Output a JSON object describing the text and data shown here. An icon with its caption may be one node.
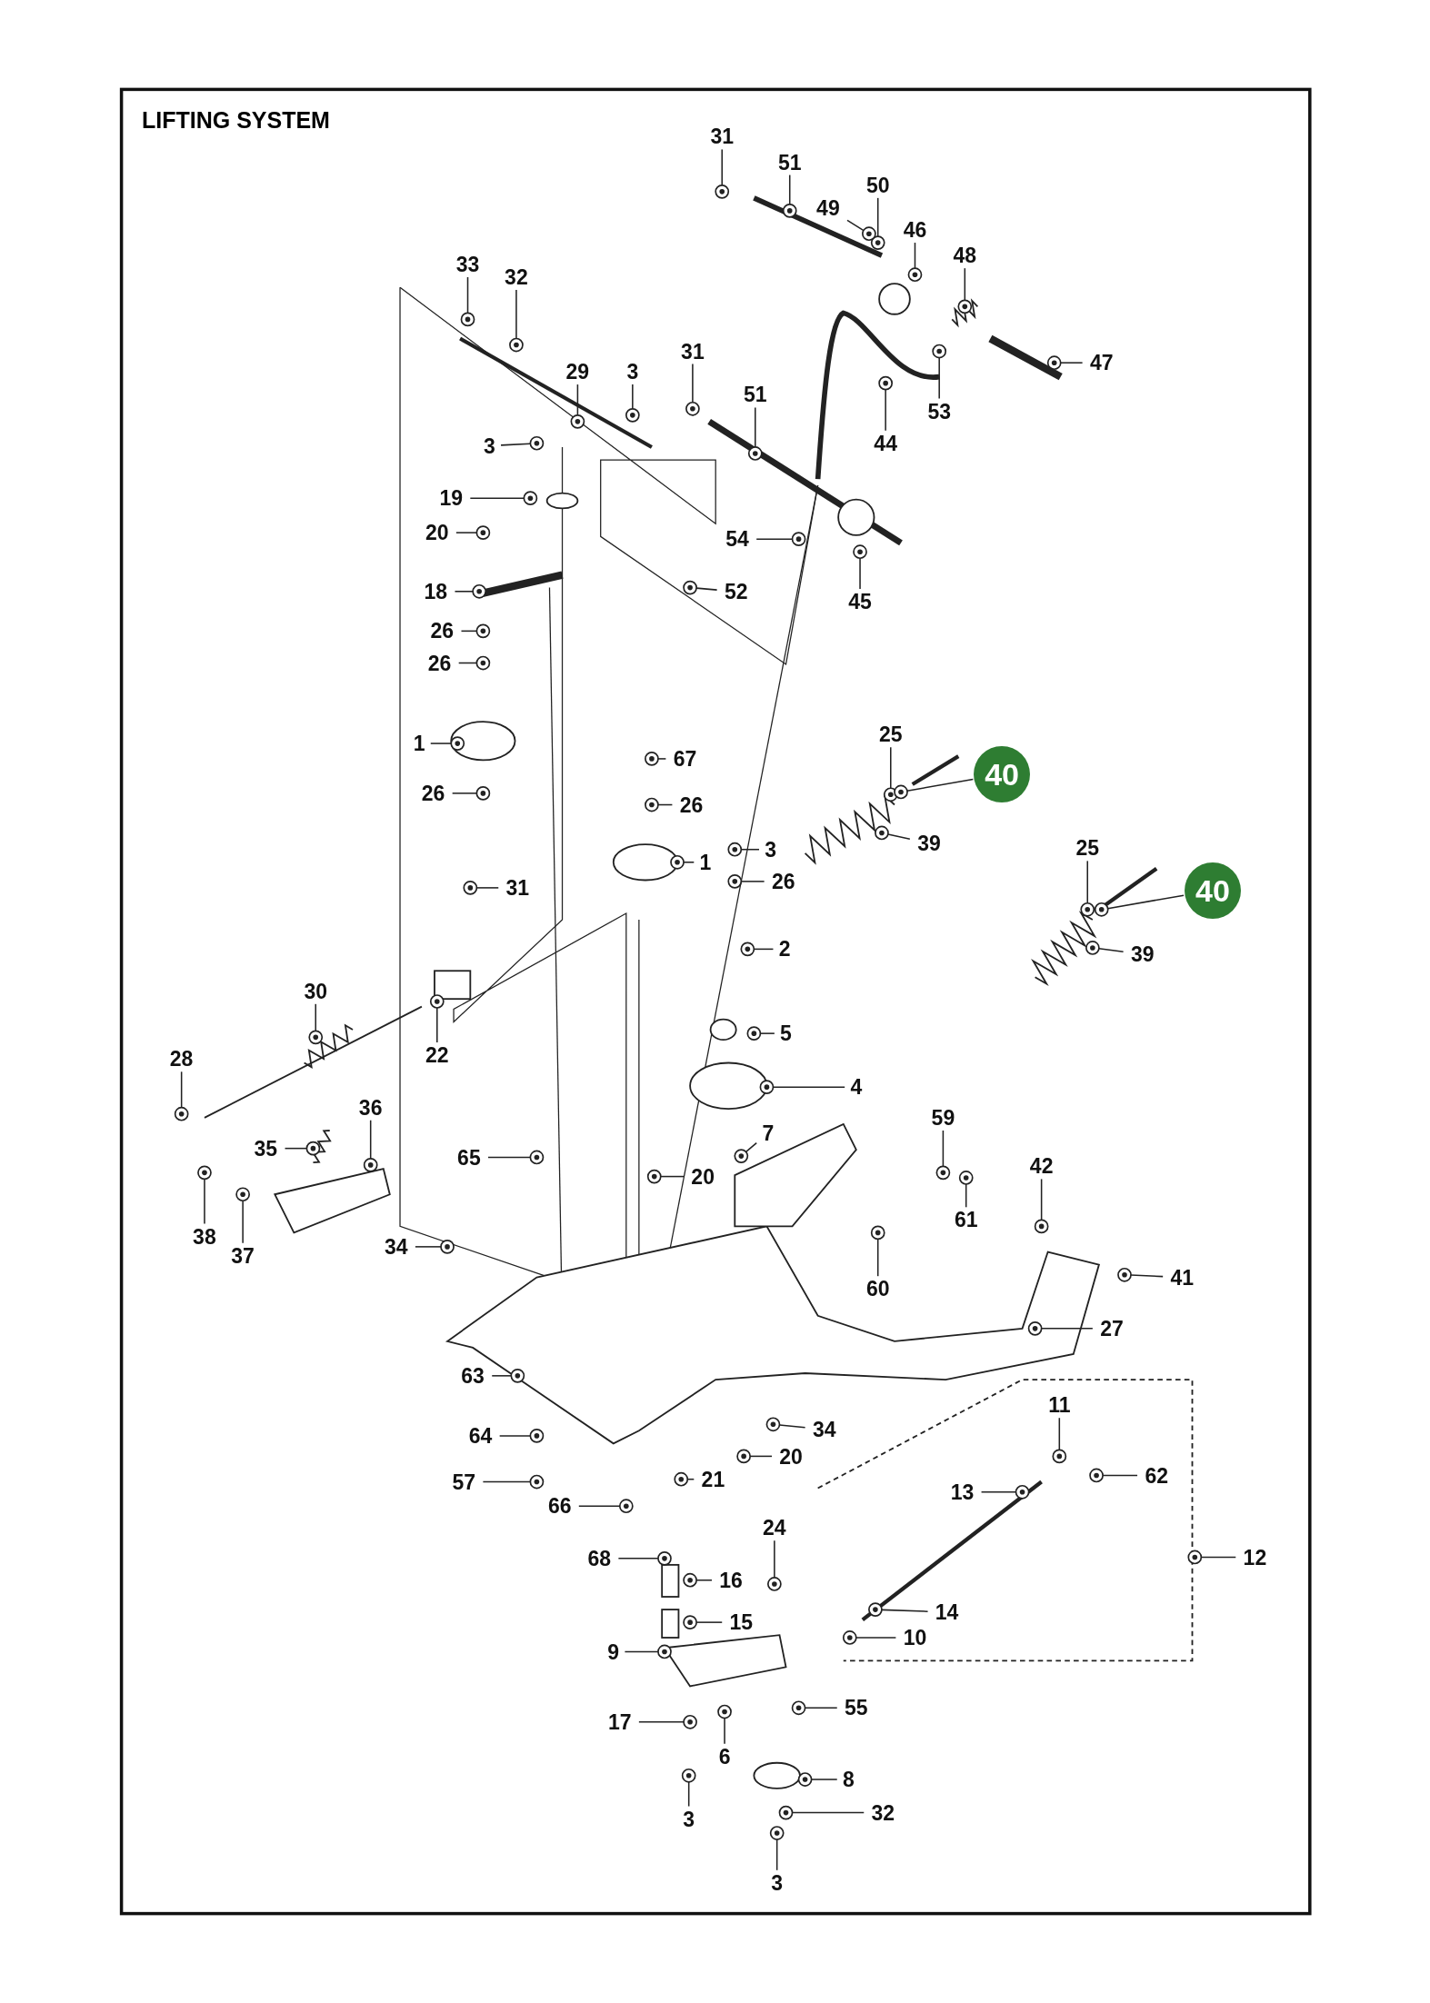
{
  "diagram": {
    "title": "LIFTING SYSTEM",
    "nodes": [
      {
        "text": [
          "31"
        ]
      },
      {
        "text": [
          "51"
        ]
      },
      {
        "text": [
          "50"
        ]
      },
      {
        "text": [
          "49"
        ]
      },
      {
        "text": [
          "46"
        ]
      },
      {
        "text": [
          "48"
        ]
      },
      {
        "text": [
          "33"
        ]
      },
      {
        "text": [
          "32"
        ]
      },
      {
        "text": [
          "47"
        ]
      },
      {
        "text": [
          "29"
        ]
      },
      {
        "text": [
          "3"
        ]
      },
      {
        "text": [
          "31"
        ]
      },
      {
        "text": [
          "51"
        ]
      },
      {
        "text": [
          "53"
        ]
      },
      {
        "text": [
          "44"
        ]
      },
      {
        "text": [
          "3"
        ]
      },
      {
        "text": [
          "19"
        ]
      },
      {
        "text": [
          "20"
        ]
      },
      {
        "text": [
          "54"
        ]
      },
      {
        "text": [
          "52"
        ]
      },
      {
        "text": [
          "45"
        ]
      },
      {
        "text": [
          "18"
        ]
      },
      {
        "text": [
          "26"
        ]
      },
      {
        "text": [
          "26"
        ]
      },
      {
        "text": [
          "1"
        ]
      },
      {
        "text": [
          "25"
        ]
      },
      {
        "text": [
          "40"
        ]
      },
      {
        "text": [
          "67"
        ]
      },
      {
        "text": [
          "26"
        ]
      },
      {
        "text": [
          "26"
        ]
      },
      {
        "text": [
          "1"
        ]
      },
      {
        "text": [
          "3"
        ]
      },
      {
        "text": [
          "26"
        ]
      },
      {
        "text": [
          "39"
        ]
      },
      {
        "text": [
          "25"
        ]
      },
      {
        "text": [
          "40"
        ]
      },
      {
        "text": [
          "31"
        ]
      },
      {
        "text": [
          "2"
        ]
      },
      {
        "text": [
          "39"
        ]
      },
      {
        "text": [
          "30"
        ]
      },
      {
        "text": [
          "22"
        ]
      },
      {
        "text": [
          "5"
        ]
      },
      {
        "text": [
          "28"
        ]
      },
      {
        "text": [
          "4"
        ]
      },
      {
        "text": [
          "36"
        ]
      },
      {
        "text": [
          "35"
        ]
      },
      {
        "text": [
          "59"
        ]
      },
      {
        "text": [
          "7"
        ]
      },
      {
        "text": [
          "65"
        ]
      },
      {
        "text": [
          "20"
        ]
      },
      {
        "text": [
          "42"
        ]
      },
      {
        "text": [
          "61"
        ]
      },
      {
        "text": [
          "38"
        ]
      },
      {
        "text": [
          "37"
        ]
      },
      {
        "text": [
          "34"
        ]
      },
      {
        "text": [
          "60"
        ]
      },
      {
        "text": [
          "41"
        ]
      },
      {
        "text": [
          "27"
        ]
      },
      {
        "text": [
          "63"
        ]
      },
      {
        "text": [
          "11"
        ]
      },
      {
        "text": [
          "34"
        ]
      },
      {
        "text": [
          "20"
        ]
      },
      {
        "text": [
          "64"
        ]
      },
      {
        "text": [
          "13"
        ]
      },
      {
        "text": [
          "62"
        ]
      },
      {
        "text": [
          "21"
        ]
      },
      {
        "text": [
          "57"
        ]
      },
      {
        "text": [
          "66"
        ]
      },
      {
        "text": [
          "12"
        ]
      },
      {
        "text": [
          "24"
        ]
      },
      {
        "text": [
          "68"
        ]
      },
      {
        "text": [
          "16"
        ]
      },
      {
        "text": [
          "15"
        ]
      },
      {
        "text": [
          "14"
        ]
      },
      {
        "text": [
          "10"
        ]
      },
      {
        "text": [
          "9"
        ]
      },
      {
        "text": [
          "55"
        ]
      },
      {
        "text": [
          "17"
        ]
      },
      {
        "text": [
          "6"
        ]
      },
      {
        "text": [
          "8"
        ]
      },
      {
        "text": [
          "3"
        ]
      },
      {
        "text": [
          "32"
        ]
      },
      {
        "text": [
          "3"
        ]
      },
      {
        "text": [],
        "shape": "picture"
      },
      {
        "text": [],
        "shape": "picture"
      },
      {
        "text": [],
        "shape": "picture"
      },
      {
        "text": [],
        "shape": "picture"
      },
      {
        "text": [],
        "shape": "picture"
      },
      {
        "text": [],
        "shape": "picture"
      },
      {
        "text": [],
        "shape": "picture"
      },
      {
        "text": [],
        "shape": "picture"
      },
      {
        "text": [],
        "shape": "picture"
      },
      {
        "text": [],
        "shape": "picture"
      },
      {
        "text": [],
        "shape": "picture"
      },
      {
        "text": [],
        "shape": "picture"
      },
      {
        "text": [],
        "shape": "picture"
      },
      {
        "text": [],
        "shape": "picture"
      },
      {
        "text": [],
        "shape": "picture"
      },
      {
        "text": [],
        "shape": "picture"
      },
      {
        "text": [],
        "shape": "picture"
      },
      {
        "text": [],
        "shape": "picture"
      },
      {
        "text": [],
        "shape": "picture"
      },
      {
        "text": [],
        "shape": "picture"
      },
      {
        "text": [],
        "shape": "picture"
      },
      {
        "text": [],
        "shape": "picture"
      },
      {
        "text": [],
        "shape": "picture"
      },
      {
        "text": [],
        "shape": "picture"
      },
      {
        "text": [],
        "shape": "picture"
      },
      {
        "text": [],
        "shape": "picture"
      },
      {
        "text": [],
        "shape": "picture"
      },
      {
        "text": [],
        "shape": "picture"
      },
      {
        "text": [],
        "shape": "picture"
      },
      {
        "text": [],
        "shape": "picture"
      },
      {
        "text": [],
        "shape": "picture"
      },
      {
        "text": [],
        "shape": "picture"
      },
      {
        "text": [],
        "shape": "picture"
      },
      {
        "text": [],
        "shape": "picture"
      },
      {
        "text": [],
        "shape": "picture"
      },
      {
        "text": [],
        "shape": "picture"
      },
      {
        "text": [],
        "shape": "picture"
      },
      {
        "text": [],
        "shape": "picture"
      },
      {
        "text": [],
        "shape": "picture"
      },
      {
        "text": [],
        "shape": "picture"
      },
      {
        "text": [],
        "shape": "picture"
      },
      {
        "text": [],
        "shape": "picture"
      },
      {
        "text": [],
        "shape": "picture"
      },
      {
        "text": [],
        "shape": "picture"
      },
      {
        "text": [],
        "shape": "picture"
      },
      {
        "text": [],
        "shape": "picture"
      },
      {
        "text": [],
        "shape": "picture"
      },
      {
        "text": [],
        "shape": "picture"
      },
      {
        "text": [],
        "shape": "picture"
      },
      {
        "text": [],
        "shape": "picture"
      },
      {
        "text": [],
        "shape": "picture"
      },
      {
        "text": [],
        "shape": "picture"
      },
      {
        "text": [],
        "shape": "picture"
      },
      {
        "text": [],
        "shape": "picture"
      },
      {
        "text": [],
        "shape": "picture"
      },
      {
        "text": [],
        "shape": "picture"
      },
      {
        "text": [],
        "shape": "picture"
      },
      {
        "text": [],
        "shape": "picture"
      },
      {
        "text": [],
        "shape": "picture"
      },
      {
        "text": [],
        "shape": "picture"
      },
      {
        "text": [],
        "shape": "picture"
      },
      {
        "text": [],
        "shape": "picture"
      },
      {
        "text": [],
        "shape": "picture"
      },
      {
        "text": [],
        "shape": "picture"
      },
      {
        "text": [],
        "shape": "picture"
      },
      {
        "text": [],
        "shape": "picture"
      },
      {
        "text": [],
        "shape": "picture"
      },
      {
        "text": [],
        "shape": "picture"
      },
      {
        "text": [],
        "shape": "picture"
      },
      {
        "text": [],
        "shape": "picture"
      },
      {
        "text": [],
        "shape": "picture"
      },
      {
        "text": [],
        "shape": "picture"
      },
      {
        "text": [],
        "shape": "picture"
      },
      {
        "text": [],
        "shape": "picture"
      },
      {
        "text": [],
        "shape": "picture"
      },
      {
        "text": [],
        "shape": "picture"
      },
      {
        "text": [],
        "shape": "picture"
      },
      {
        "text": [],
        "shape": "picture"
      },
      {
        "text": [],
        "shape": "picture"
      },
      {
        "text": [],
        "shape": "picture"
      },
      {
        "text": [],
        "shape": "picture"
      },
      {
        "text": [],
        "shape": "picture"
      },
      {
        "text": [],
        "shape": "picture"
      }
    ],
    "edges": [
      {
        "from": 0,
        "to": 83,
        "arrow": "none"
      },
      {
        "from": 1,
        "to": 84,
        "arrow": "none"
      },
      {
        "from": 2,
        "to": 85,
        "arrow": "none"
      },
      {
        "from": 3,
        "to": 86,
        "arrow": "none"
      },
      {
        "from": 4,
        "to": 87,
        "arrow": "none"
      },
      {
        "from": 5,
        "to": 88,
        "arrow": "none"
      },
      {
        "from": 6,
        "to": 89,
        "arrow": "none"
      },
      {
        "from": 7,
        "to": 90,
        "arrow": "none"
      },
      {
        "from": 8,
        "to": 91,
        "arrow": "none"
      },
      {
        "from": 9,
        "to": 92,
        "arrow": "none"
      },
      {
        "from": 10,
        "to": 93,
        "arrow": "none"
      },
      {
        "from": 11,
        "to": 94,
        "arrow": "none"
      },
      {
        "from": 12,
        "to": 95,
        "arrow": "none"
      },
      {
        "from": 13,
        "to": 96,
        "arrow": "none"
      },
      {
        "from": 14,
        "to": 97,
        "arrow": "none"
      },
      {
        "from": 15,
        "to": 98,
        "arrow": "none"
      },
      {
        "from": 16,
        "to": 99,
        "arrow": "none"
      },
      {
        "from": 17,
        "to": 100,
        "arrow": "none"
      },
      {
        "from": 18,
        "to": 101,
        "arrow": "none"
      },
      {
        "from": 19,
        "to": 102,
        "arrow": "none"
      },
      {
        "from": 20,
        "to": 103,
        "arrow": "none"
      },
      {
        "from": 21,
        "to": 104,
        "arrow": "none"
      },
      {
        "from": 22,
        "to": 105,
        "arrow": "none"
      },
      {
        "from": 23,
        "to": 106,
        "arrow": "none"
      },
      {
        "from": 24,
        "to": 107,
        "arrow": "none"
      },
      {
        "from": 25,
        "to": 108,
        "arrow": "none"
      },
      {
        "from": 26,
        "to": 109,
        "arrow": "none"
      },
      {
        "from": 27,
        "to": 110,
        "arrow": "none"
      },
      {
        "from": 28,
        "to": 111,
        "arrow": "none"
      },
      {
        "from": 29,
        "to": 112,
        "arrow": "none"
      },
      {
        "from": 30,
        "to": 113,
        "arrow": "none"
      },
      {
        "from": 31,
        "to": 114,
        "arrow": "none"
      },
      {
        "from": 32,
        "to": 115,
        "arrow": "none"
      },
      {
        "from": 33,
        "to": 116,
        "arrow": "none"
      },
      {
        "from": 34,
        "to": 117,
        "arrow": "none"
      },
      {
        "from": 35,
        "to": 118,
        "arrow": "none"
      },
      {
        "from": 36,
        "to": 119,
        "arrow": "none"
      },
      {
        "from": 37,
        "to": 120,
        "arrow": "none"
      },
      {
        "from": 38,
        "to": 121,
        "arrow": "none"
      },
      {
        "from": 39,
        "to": 122,
        "arrow": "none"
      },
      {
        "from": 40,
        "to": 123,
        "arrow": "none"
      },
      {
        "from": 41,
        "to": 124,
        "arrow": "none"
      },
      {
        "from": 42,
        "to": 125,
        "arrow": "none"
      },
      {
        "from": 43,
        "to": 126,
        "arrow": "none"
      },
      {
        "from": 44,
        "to": 127,
        "arrow": "none"
      },
      {
        "from": 45,
        "to": 128,
        "arrow": "none"
      },
      {
        "from": 46,
        "to": 129,
        "arrow": "none"
      },
      {
        "from": 47,
        "to": 130,
        "arrow": "none"
      },
      {
        "from": 48,
        "to": 131,
        "arrow": "none"
      },
      {
        "from": 49,
        "to": 132,
        "arrow": "none"
      },
      {
        "from": 50,
        "to": 133,
        "arrow": "none"
      },
      {
        "from": 51,
        "to": 134,
        "arrow": "none"
      },
      {
        "from": 52,
        "to": 135,
        "arrow": "none"
      },
      {
        "from": 53,
        "to": 136,
        "arrow": "none"
      },
      {
        "from": 54,
        "to": 137,
        "arrow": "none"
      },
      {
        "from": 55,
        "to": 138,
        "arrow": "none"
      },
      {
        "from": 56,
        "to": 139,
        "arrow": "none"
      },
      {
        "from": 57,
        "to": 140,
        "arrow": "none"
      },
      {
        "from": 58,
        "to": 141,
        "arrow": "none"
      },
      {
        "from": 59,
        "to": 142,
        "arrow": "none"
      },
      {
        "from": 60,
        "to": 143,
        "arrow": "none"
      },
      {
        "from": 61,
        "to": 144,
        "arrow": "none"
      },
      {
        "from": 62,
        "to": 145,
        "arrow": "none"
      },
      {
        "from": 63,
        "to": 146,
        "arrow": "none"
      },
      {
        "from": 64,
        "to": 147,
        "arrow": "none"
      },
      {
        "from": 65,
        "to": 148,
        "arrow": "none"
      },
      {
        "from": 66,
        "to": 149,
        "arrow": "none"
      },
      {
        "from": 67,
        "to": 150,
        "arrow": "none"
      },
      {
        "from": 68,
        "to": 151,
        "arrow": "none"
      },
      {
        "from": 69,
        "to": 152,
        "arrow": "none"
      },
      {
        "from": 70,
        "to": 153,
        "arrow": "none"
      },
      {
        "from": 71,
        "to": 154,
        "arrow": "none"
      },
      {
        "from": 72,
        "to": 155,
        "arrow": "none"
      },
      {
        "from": 73,
        "to": 156,
        "arrow": "none"
      },
      {
        "from": 74,
        "to": 157,
        "arrow": "none"
      },
      {
        "from": 75,
        "to": 158,
        "arrow": "none"
      },
      {
        "from": 76,
        "to": 159,
        "arrow": "none"
      },
      {
        "from": 77,
        "to": 160,
        "arrow": "none"
      },
      {
        "from": 78,
        "to": 161,
        "arrow": "none"
      },
      {
        "from": 79,
        "to": 162,
        "arrow": "none"
      },
      {
        "from": 80,
        "to": 163,
        "arrow": "none"
      },
      {
        "from": 81,
        "to": 164,
        "arrow": "none"
      },
      {
        "from": 82,
        "to": 165,
        "arrow": "none"
      }
    ]
  }
}
